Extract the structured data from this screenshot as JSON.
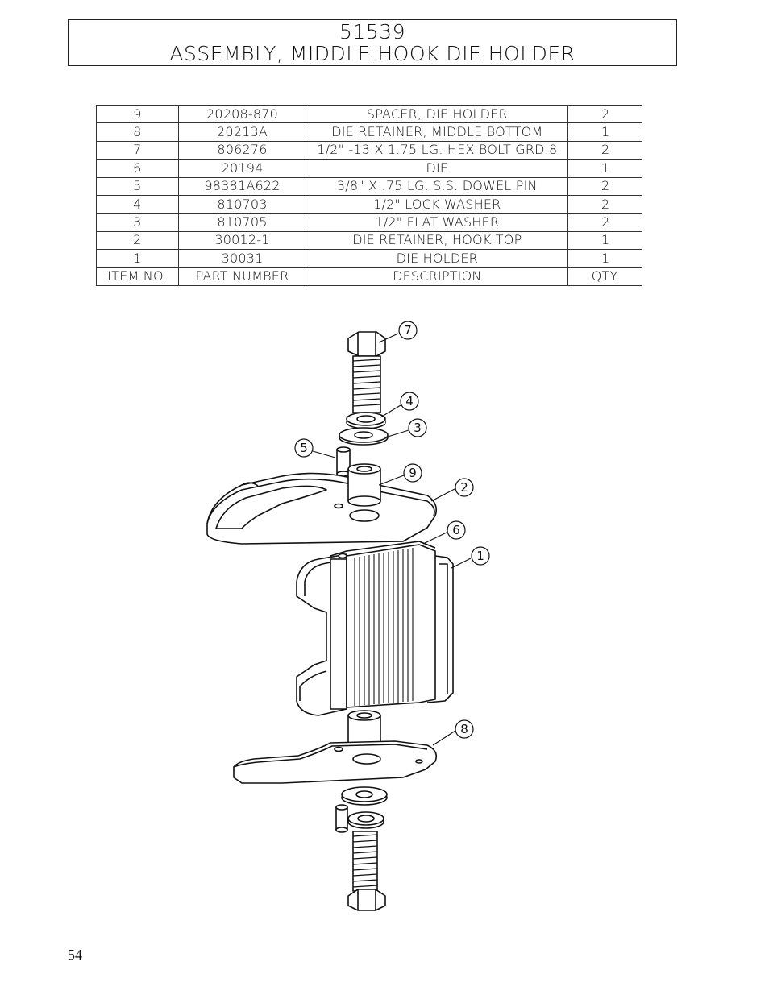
{
  "title": {
    "line1": "51539",
    "line2": "ASSEMBLY, MIDDLE HOOK DIE HOLDER"
  },
  "bom": {
    "headers": [
      "ITEM NO.",
      "PART NUMBER",
      "DESCRIPTION",
      "QTY."
    ],
    "rows": [
      [
        "9",
        "20208-870",
        "SPACER, DIE HOLDER",
        "2"
      ],
      [
        "8",
        "20213A",
        "DIE RETAINER, MIDDLE BOTTOM",
        "1"
      ],
      [
        "7",
        "806276",
        "1/2\" -13 X 1.75 LG. HEX BOLT GRD.8",
        "2"
      ],
      [
        "6",
        "20194",
        "DIE",
        "1"
      ],
      [
        "5",
        "98381A622",
        "3/8\" X .75 LG. S.S. DOWEL PIN",
        "2"
      ],
      [
        "4",
        "810703",
        "1/2\" LOCK WASHER",
        "2"
      ],
      [
        "3",
        "810705",
        "1/2\" FLAT WASHER",
        "2"
      ],
      [
        "2",
        "30012-1",
        "DIE RETAINER, HOOK TOP",
        "1"
      ],
      [
        "1",
        "30031",
        "DIE HOLDER",
        "1"
      ]
    ]
  },
  "balloons": {
    "b7": "7",
    "b4": "4",
    "b3": "3",
    "b5": "5",
    "b9": "9",
    "b2": "2",
    "b6": "6",
    "b1": "1",
    "b8": "8"
  },
  "page_number": "54"
}
